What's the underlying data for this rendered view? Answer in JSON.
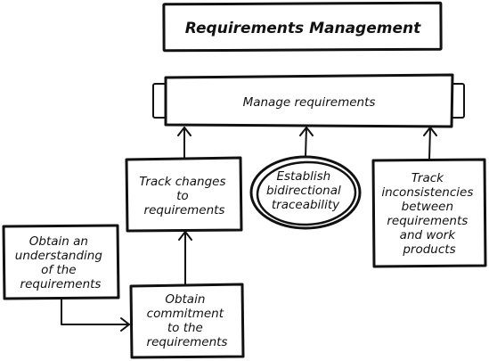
{
  "title": "Requirements Management",
  "nodes": {
    "manage": "Manage requirements",
    "track_changes": [
      "Track changes",
      "to",
      "requirements"
    ],
    "bidirectional": [
      "Establish",
      "bidirectional",
      "traceability"
    ],
    "inconsistencies": [
      "Track",
      "inconsistencies",
      "between",
      "requirements",
      "and work",
      "products"
    ],
    "understanding": [
      "Obtain an",
      "understanding",
      "of the",
      "requirements"
    ],
    "commitment": [
      "Obtain",
      "commitment",
      "to the",
      "requirements"
    ]
  },
  "colors": {
    "ink": "#111111",
    "background": "#ffffff"
  }
}
